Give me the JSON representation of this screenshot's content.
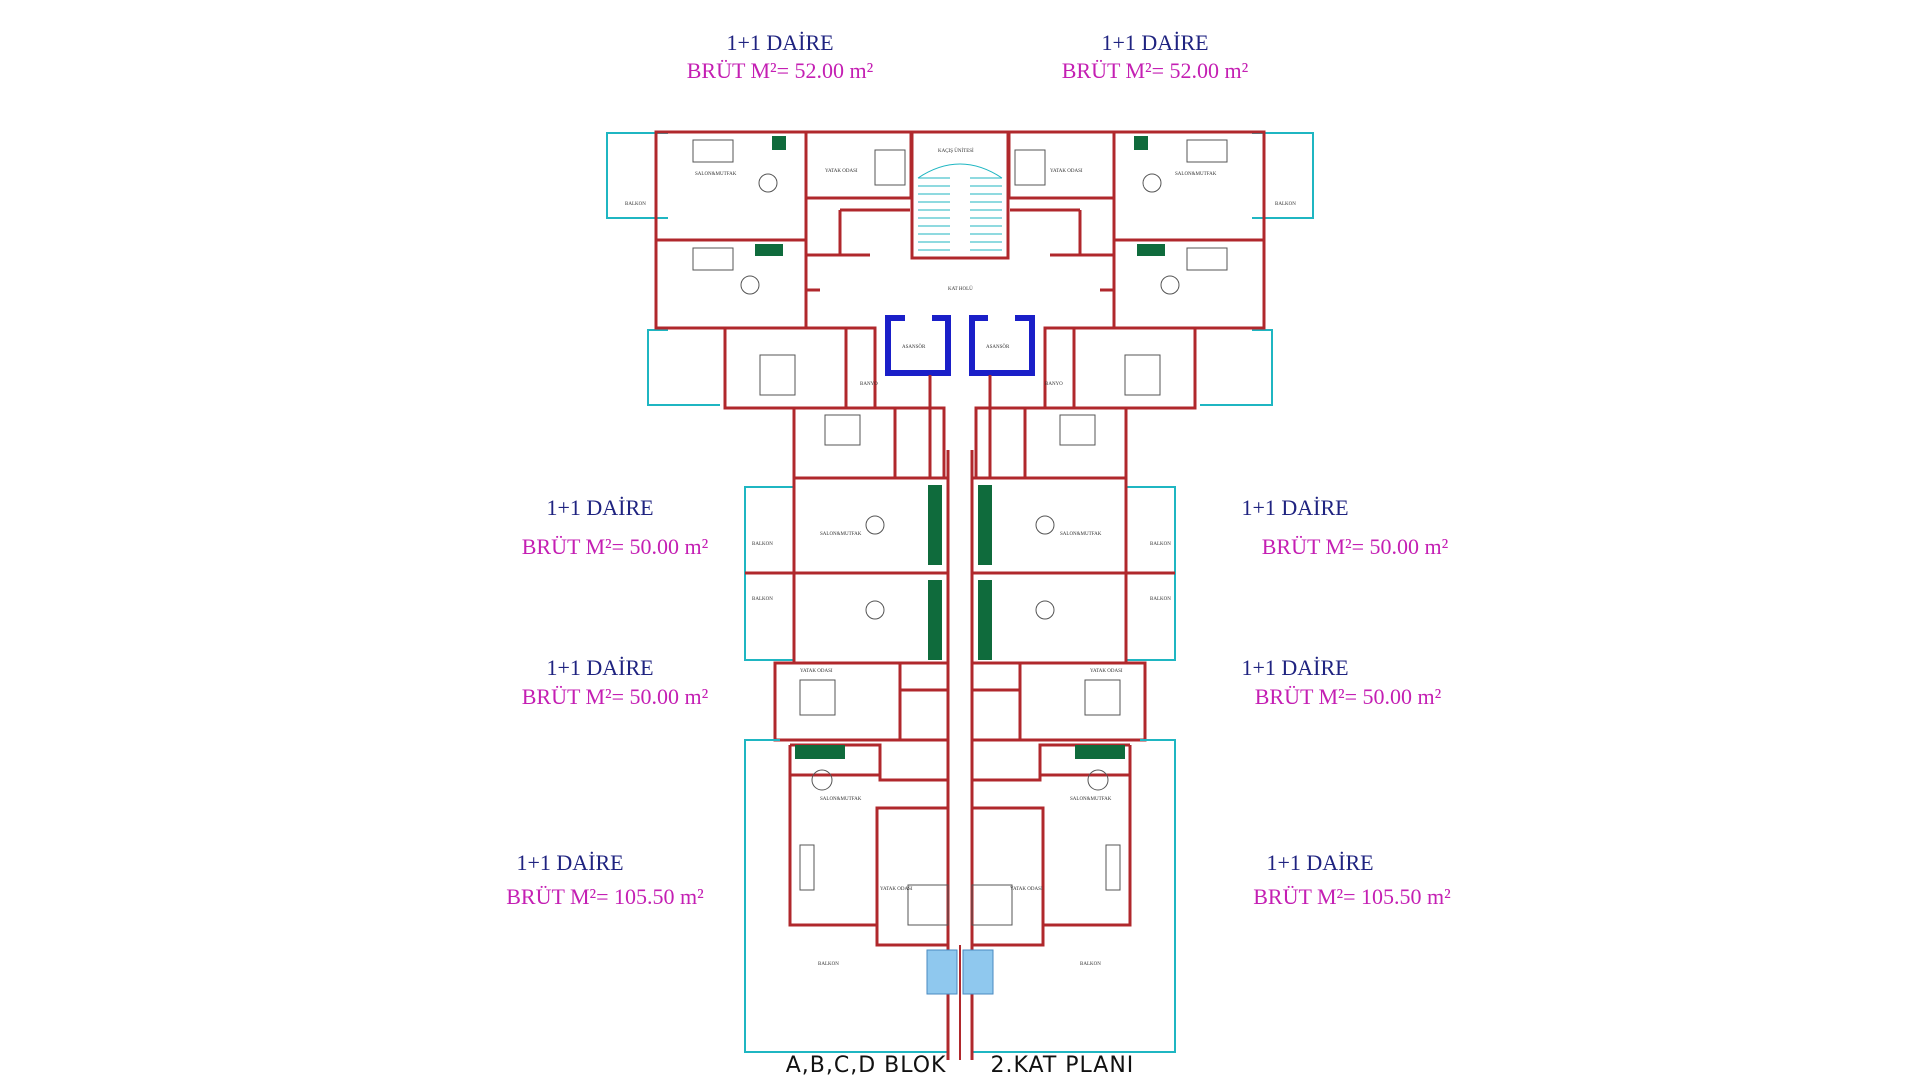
{
  "units": [
    {
      "type": "1+1 DAİRE",
      "area": "BRÜT M²= 52.00 m²"
    },
    {
      "type": "1+1 DAİRE",
      "area": "BRÜT M²= 52.00 m²"
    },
    {
      "type": "1+1 DAİRE",
      "area": "BRÜT M²= 50.00 m²"
    },
    {
      "type": "1+1 DAİRE",
      "area": "BRÜT M²= 50.00 m²"
    },
    {
      "type": "1+1 DAİRE",
      "area": "BRÜT M²= 50.00 m²"
    },
    {
      "type": "1+1 DAİRE",
      "area": "BRÜT M²= 50.00 m²"
    },
    {
      "type": "1+1 DAİRE",
      "area": "BRÜT M²= 105.50 m²"
    },
    {
      "type": "1+1 DAİRE",
      "area": "BRÜT M²= 105.50 m²"
    }
  ],
  "plan": {
    "block": "A,B,C,D BLOK",
    "floor": "2.KAT PLANI"
  },
  "rooms": {
    "living": "SALON&MUTFAK",
    "bedroom": "YATAK ODASI",
    "bath": "BANYO",
    "balcony": "BALKON",
    "hall": "KAT HOLÜ",
    "elevator": "ASANSÖR",
    "stairs": "KAÇIŞ ÜNİTESİ"
  },
  "colors": {
    "wall": "#b0282c",
    "balcony_outline": "#1fb6c2",
    "elevator": "#1a1fc8",
    "kitchen": "#0f6b3c",
    "pool": "#8fc8ee",
    "title": "#1f2380",
    "area": "#c41fb3"
  }
}
